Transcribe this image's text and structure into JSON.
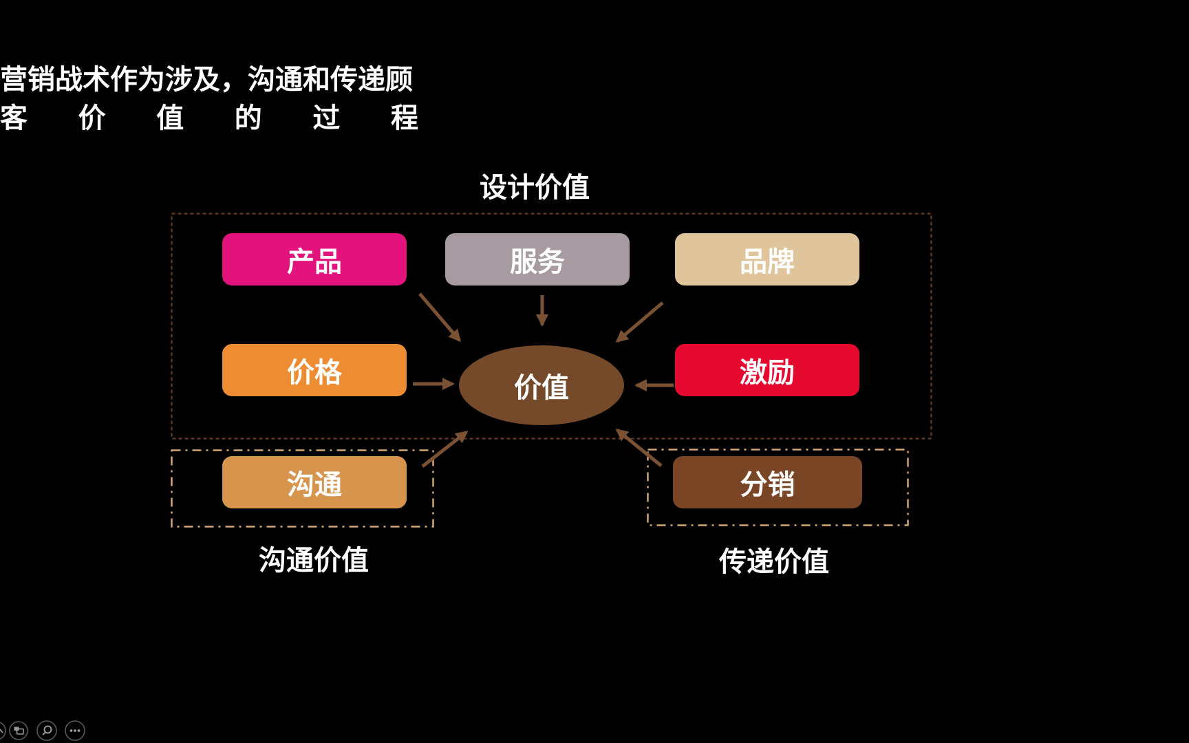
{
  "slide": {
    "title": {
      "line1": "营销战术作为涉及，沟通和传递顾",
      "line2_chars": [
        "客",
        "价",
        "值",
        "的",
        "过",
        "程"
      ]
    },
    "groups": {
      "design": {
        "label": "设计价值"
      },
      "communicate": {
        "label": "沟通价值"
      },
      "deliver": {
        "label": "传递价值"
      }
    },
    "nodes": {
      "product": {
        "label": "产品",
        "color": "#E3137E"
      },
      "service": {
        "label": "服务",
        "color": "#A79BA1"
      },
      "brand": {
        "label": "品牌",
        "color": "#DFC49C"
      },
      "price": {
        "label": "价格",
        "color": "#ED8C33"
      },
      "incentive": {
        "label": "激励",
        "color": "#E5082F"
      },
      "communication": {
        "label": "沟通",
        "color": "#D6944C"
      },
      "distribution": {
        "label": "分销",
        "color": "#7A4524"
      }
    },
    "center": {
      "label": "价值",
      "color": "#744A2A"
    }
  },
  "colors": {
    "background": "#000000",
    "text": "#FFFFFF",
    "arrow": "#7B5134",
    "dash_big": "#5C3822",
    "dash_dot": "#D3A571",
    "icon_ring": "#5A5A5A",
    "icon_glyph": "#999999"
  },
  "toolbar": {
    "icons": [
      {
        "name": "pen-icon"
      },
      {
        "name": "slides-icon"
      },
      {
        "name": "zoom-icon"
      },
      {
        "name": "more-icon"
      }
    ]
  }
}
